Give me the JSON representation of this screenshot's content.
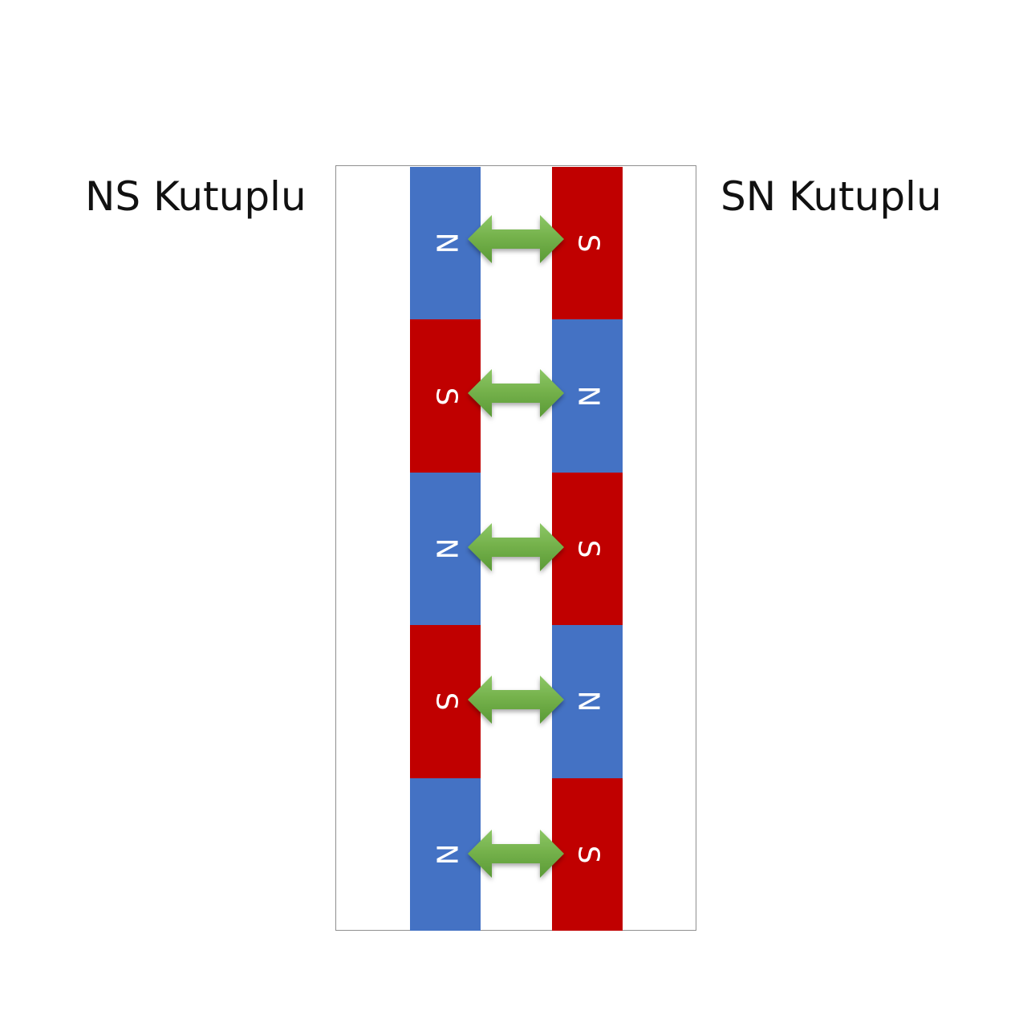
{
  "labels": {
    "left": "NS Kutuplu",
    "right": "SN Kutuplu"
  },
  "colors": {
    "N": "#4472c4",
    "S": "#c00000",
    "arrow": "#70ad47"
  },
  "left_strip": [
    "N",
    "S",
    "N",
    "S",
    "N"
  ],
  "right_strip": [
    "S",
    "N",
    "S",
    "N",
    "S"
  ],
  "arrow_count": 5
}
